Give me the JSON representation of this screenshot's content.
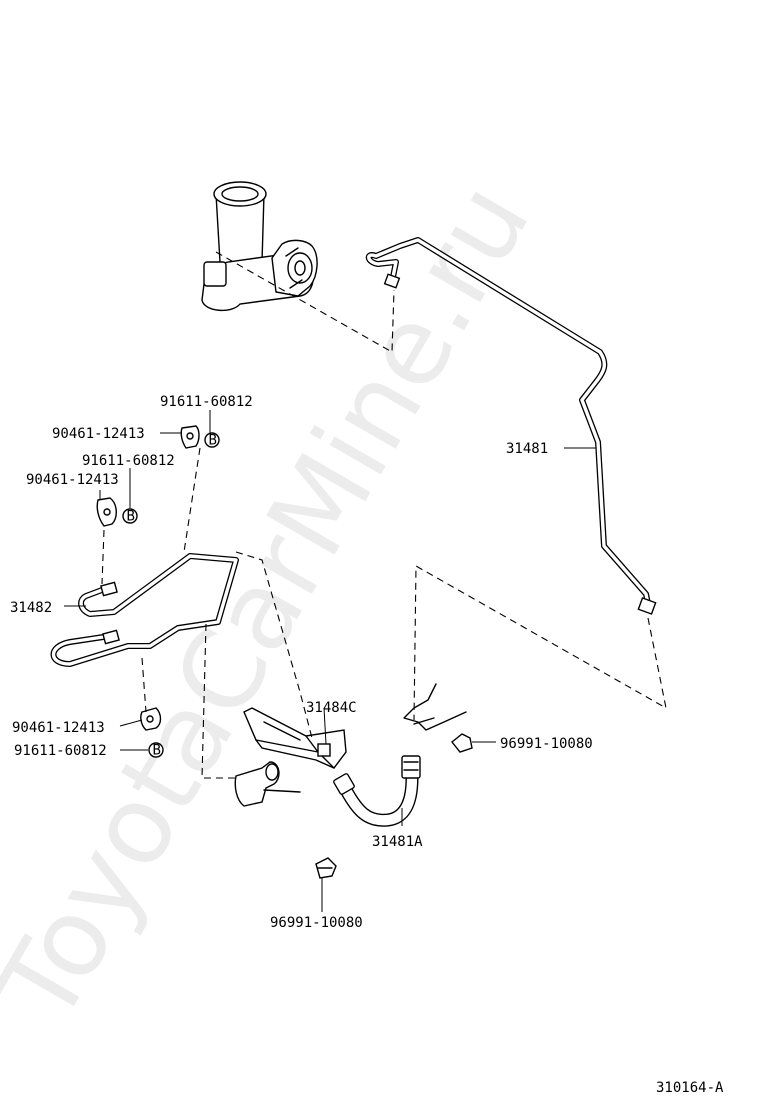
{
  "watermark": "ToyotaCarMine.ru",
  "figure_id": "310164-A",
  "parts": {
    "tube_main": "31481",
    "tube_short": "31482",
    "hose": "31481A",
    "bracket": "31484C",
    "clip_right": "96991-10080",
    "clip_bottom": "96991-10080",
    "clamp_upper": "90461-12413",
    "bolt_upper": "91611-60812",
    "clamp_mid": "90461-12413",
    "bolt_mid": "91611-60812",
    "clamp_lower": "90461-12413",
    "bolt_lower": "91611-60812"
  },
  "bolt_marker": "B"
}
